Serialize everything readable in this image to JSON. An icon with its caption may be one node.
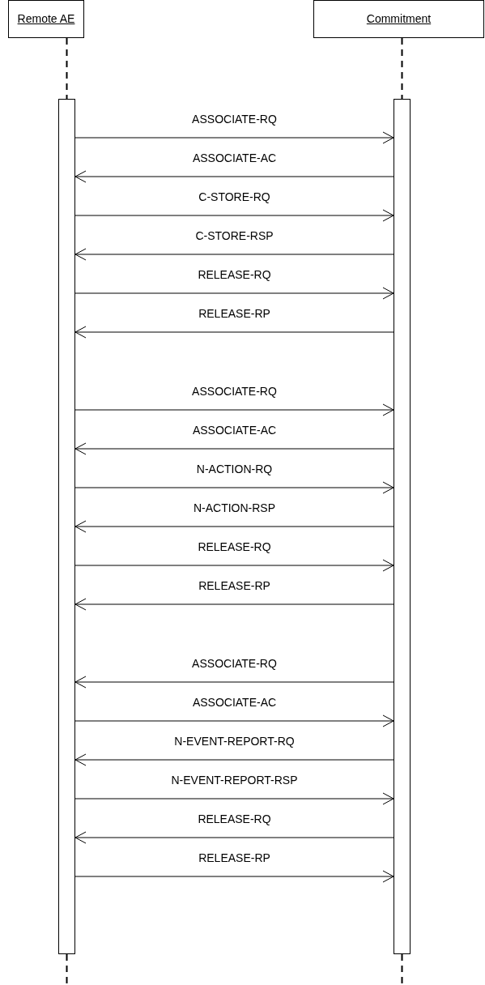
{
  "diagram": {
    "nodes": [
      {
        "text": [
          "Remote AE"
        ]
      },
      {
        "text": [
          "Commitment"
        ]
      },
      {
        "text": [],
        "shape": "bar"
      },
      {
        "text": [],
        "shape": "bar"
      }
    ],
    "edges": [
      {
        "from": 2,
        "to": 3,
        "arrow": "to",
        "label": "ASSOCIATE-RQ"
      },
      {
        "from": 3,
        "to": 2,
        "arrow": "to",
        "label": "ASSOCIATE-AC"
      },
      {
        "from": 2,
        "to": 3,
        "arrow": "to",
        "label": "C-STORE-RQ"
      },
      {
        "from": 3,
        "to": 2,
        "arrow": "to",
        "label": "C-STORE-RSP"
      },
      {
        "from": 2,
        "to": 3,
        "arrow": "to",
        "label": "RELEASE-RQ"
      },
      {
        "from": 3,
        "to": 2,
        "arrow": "to",
        "label": "RELEASE-RP"
      },
      {
        "from": 2,
        "to": 3,
        "arrow": "to",
        "label": "ASSOCIATE-RQ"
      },
      {
        "from": 3,
        "to": 2,
        "arrow": "to",
        "label": "ASSOCIATE-AC"
      },
      {
        "from": 2,
        "to": 3,
        "arrow": "to",
        "label": "N-ACTION-RQ"
      },
      {
        "from": 3,
        "to": 2,
        "arrow": "to",
        "label": "N-ACTION-RSP"
      },
      {
        "from": 2,
        "to": 3,
        "arrow": "to",
        "label": "RELEASE-RQ"
      },
      {
        "from": 3,
        "to": 2,
        "arrow": "to",
        "label": "RELEASE-RP"
      },
      {
        "from": 3,
        "to": 2,
        "arrow": "to",
        "label": "ASSOCIATE-RQ"
      },
      {
        "from": 2,
        "to": 3,
        "arrow": "to",
        "label": "ASSOCIATE-AC"
      },
      {
        "from": 3,
        "to": 2,
        "arrow": "to",
        "label": "N-EVENT-REPORT-RQ"
      },
      {
        "from": 2,
        "to": 3,
        "arrow": "to",
        "label": "N-EVENT-REPORT-RSP"
      },
      {
        "from": 3,
        "to": 2,
        "arrow": "to",
        "label": "RELEASE-RQ"
      },
      {
        "from": 2,
        "to": 3,
        "arrow": "to",
        "label": "RELEASE-RP"
      },
      {
        "from": 0,
        "to": 2,
        "arrow": "none",
        "style": "dashed"
      },
      {
        "from": 1,
        "to": 3,
        "arrow": "none",
        "style": "dashed"
      },
      {
        "from": 2,
        "to": null,
        "arrow": "none",
        "style": "dashed"
      },
      {
        "from": 3,
        "to": null,
        "arrow": "none",
        "style": "dashed"
      }
    ]
  }
}
